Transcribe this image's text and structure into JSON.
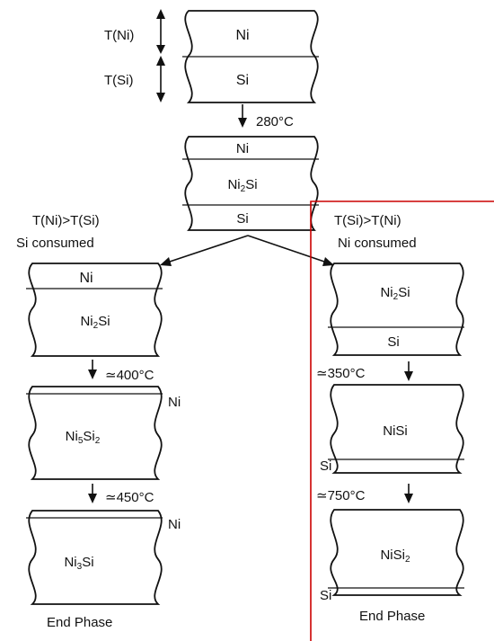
{
  "top_stack": {
    "thickness_label_ni": "T(Ni)",
    "thickness_label_si": "T(Si)",
    "layer_ni": "Ni",
    "layer_si": "Si"
  },
  "anneal": {
    "temperature": "280°C",
    "layers": {
      "ni": "Ni",
      "ni2si_base": "Ni",
      "ni2si_sub": "2",
      "ni2si_tail": "Si",
      "si": "Si"
    }
  },
  "branch_left": {
    "condition": "T(Ni)>T(Si)",
    "result": "Si consumed",
    "stage1": {
      "layer_ni": "Ni",
      "phase_base": "Ni",
      "phase_sub": "2",
      "phase_tail": "Si"
    },
    "stage2": {
      "temperature": "≃400°C",
      "side_label": "Ni",
      "phase_base": "Ni",
      "phase_sub1": "5",
      "phase_mid": "Si",
      "phase_sub2": "2"
    },
    "stage3": {
      "temperature": "≃450°C",
      "side_label": "Ni",
      "phase_base": "Ni",
      "phase_sub": "3",
      "phase_tail": "Si"
    },
    "end_label": "End Phase"
  },
  "branch_right": {
    "condition": "T(Si)>T(Ni)",
    "result": "Ni consumed",
    "stage1": {
      "phase_base": "Ni",
      "phase_sub": "2",
      "phase_tail": "Si",
      "layer_si": "Si"
    },
    "stage2": {
      "temperature": "≃350°C",
      "phase": "NiSi",
      "side_label": "Si"
    },
    "stage3": {
      "temperature": "≃750°C",
      "phase_base": "NiSi",
      "phase_sub": "2",
      "side_label": "Si"
    },
    "end_label": "End Phase"
  },
  "colors": {
    "line": "#111111",
    "highlight_frame": "#cc0000",
    "background": "#ffffff"
  }
}
